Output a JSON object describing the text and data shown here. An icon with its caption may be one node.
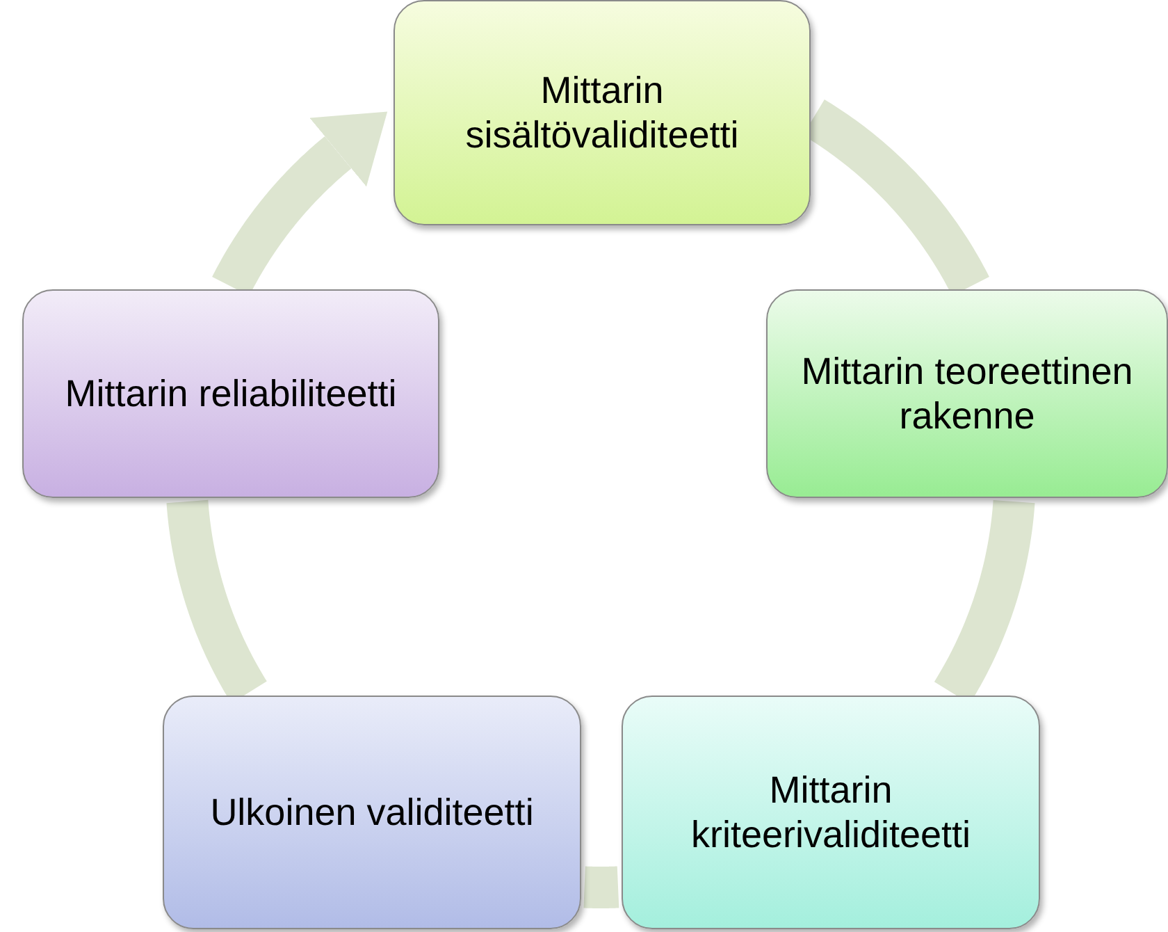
{
  "diagram": {
    "nodes": [
      {
        "text": [
          "Mittarin sisältövaliditeetti"
        ]
      },
      {
        "text": [
          "Mittarin teoreettinen rakenne"
        ]
      },
      {
        "text": [
          "Mittarin kriteerivaliditeetti"
        ]
      },
      {
        "text": [
          "Ulkoinen validiteetti"
        ]
      },
      {
        "text": [
          "Mittarin reliabiliteetti"
        ]
      }
    ],
    "edges": [
      {
        "from": 0,
        "to": 1,
        "arrow": "none"
      },
      {
        "from": 1,
        "to": 2,
        "arrow": "none"
      },
      {
        "from": 2,
        "to": 3,
        "arrow": "none"
      },
      {
        "from": 3,
        "to": 4,
        "arrow": "none"
      },
      {
        "from": 4,
        "to": 0,
        "arrow": "to"
      }
    ]
  }
}
